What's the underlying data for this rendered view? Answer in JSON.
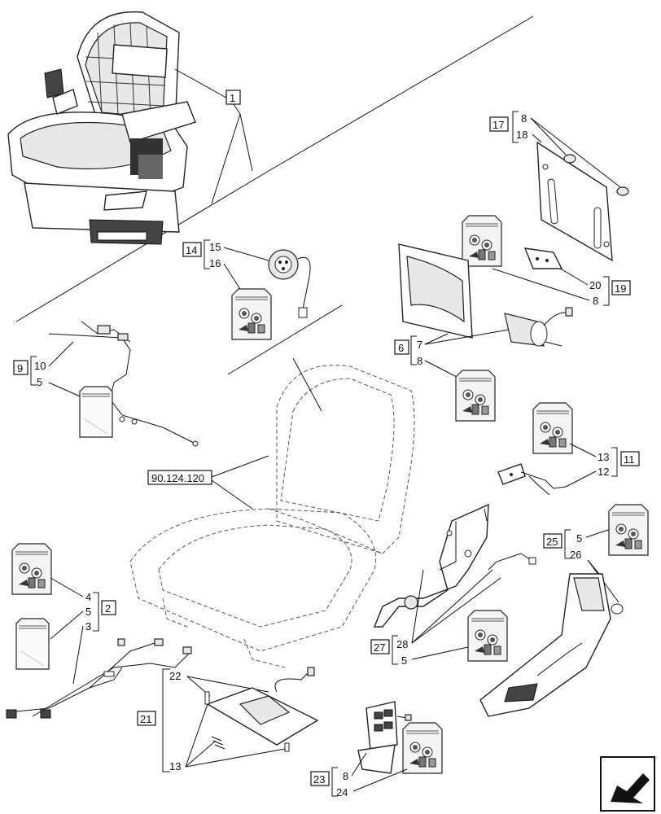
{
  "callouts": {
    "c1": "1",
    "c2": "2",
    "c9": "9",
    "c11": "11",
    "c14": "14",
    "c17": "17",
    "c19": "19",
    "c21": "21",
    "c23": "23",
    "c25": "25",
    "c27": "27",
    "c6": "6",
    "ref": "90.124.120"
  },
  "items": {
    "i17_8": "8",
    "i17_18": "18",
    "i14_15": "15",
    "i14_16": "16",
    "i9_10": "10",
    "i9_5": "5",
    "i19_20": "20",
    "i19_8": "8",
    "i6_7": "7",
    "i6_8": "8",
    "i11_13": "13",
    "i11_12": "12",
    "i25_5": "5",
    "i25_26": "26",
    "i2_4": "4",
    "i2_5": "5",
    "i2_3": "3",
    "i27_28": "28",
    "i27_5": "5",
    "i21_22": "22",
    "i21_13": "13",
    "i23_8": "8",
    "i23_24": "24"
  },
  "icons": {
    "seat": "operator-seat-icon",
    "bag": "parts-bag-icon",
    "next": "next-page-arrow-icon"
  }
}
